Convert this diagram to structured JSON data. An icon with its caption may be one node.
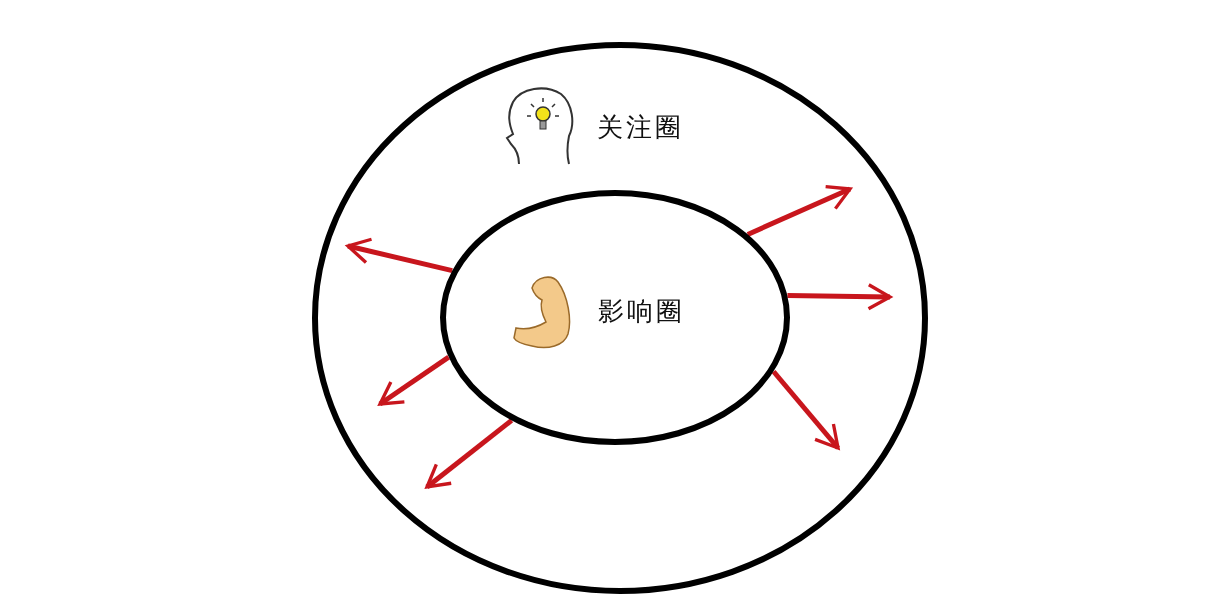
{
  "diagram": {
    "nodes": [
      {
        "text": [
          "关注圈"
        ]
      },
      {
        "text": [
          "影响圈"
        ],
        "in": 0
      }
    ],
    "edges": [
      {
        "from": 1,
        "to": null,
        "arrow": "to"
      },
      {
        "from": 1,
        "to": null,
        "arrow": "to"
      },
      {
        "from": 1,
        "to": null,
        "arrow": "to"
      },
      {
        "from": 1,
        "to": null,
        "arrow": "to"
      },
      {
        "from": 1,
        "to": null,
        "arrow": "to"
      },
      {
        "from": 1,
        "to": null,
        "arrow": "to"
      }
    ]
  }
}
